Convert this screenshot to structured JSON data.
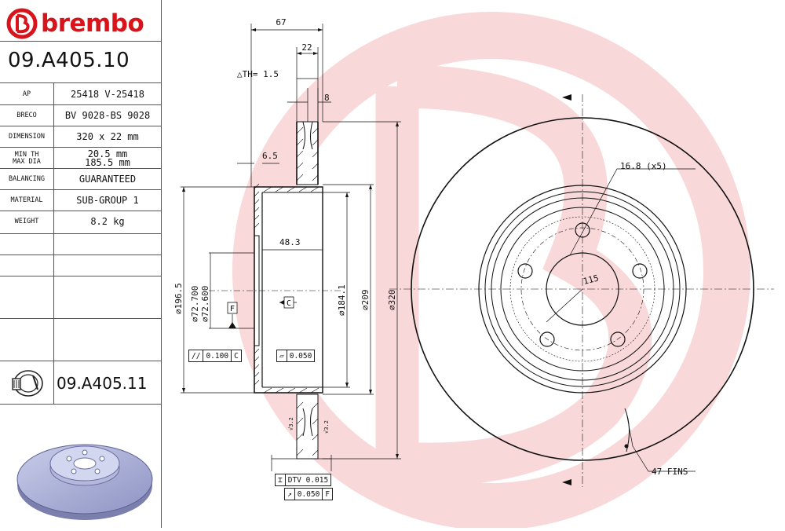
{
  "brand": {
    "name": "brembo",
    "color": "#d7141b"
  },
  "part_number": "09.A405.10",
  "alt_part_number": "09.A405.11",
  "specs": [
    {
      "label": "AP",
      "value": "25418 V-25418"
    },
    {
      "label": "BRECO",
      "value": "BV 9028-BS 9028"
    },
    {
      "label": "DIMENSION",
      "value": "320 x 22 mm"
    },
    {
      "label": "MIN TH\nMAX DIA",
      "value": "20.5 mm\n185.5 mm"
    },
    {
      "label": "BALANCING",
      "value": "GUARANTEED"
    },
    {
      "label": "MATERIAL",
      "value": "SUB-GROUP 1"
    },
    {
      "label": "WEIGHT",
      "value": "8.2 kg"
    }
  ],
  "drawing": {
    "dim_67": "67",
    "dim_22": "22",
    "dim_8": "8",
    "th_note": "△TH= 1.5",
    "dim_6_5": "6.5",
    "dim_48_3": "48.3",
    "dia_196_5": "⌀196.5",
    "dia_72_700": "⌀72.700",
    "dia_72_600": "⌀72.600",
    "dia_184_1": "⌀184.1",
    "dia_209": "⌀209",
    "dia_320": "⌀320",
    "datum_f": "F",
    "datum_c": "C",
    "tol_parallel": [
      "//",
      "0.100",
      "C"
    ],
    "tol_flat": [
      "▱",
      "0.050"
    ],
    "tol_dtv": [
      "⌶",
      "DTV 0.015"
    ],
    "tol_runout": [
      "↗",
      "0.050",
      "F"
    ],
    "bolt_hole": "16.8 (x5)",
    "pcd": "115",
    "fins": "47 FINS",
    "surface_a": "√3.2",
    "surface_b": "√3.2"
  }
}
